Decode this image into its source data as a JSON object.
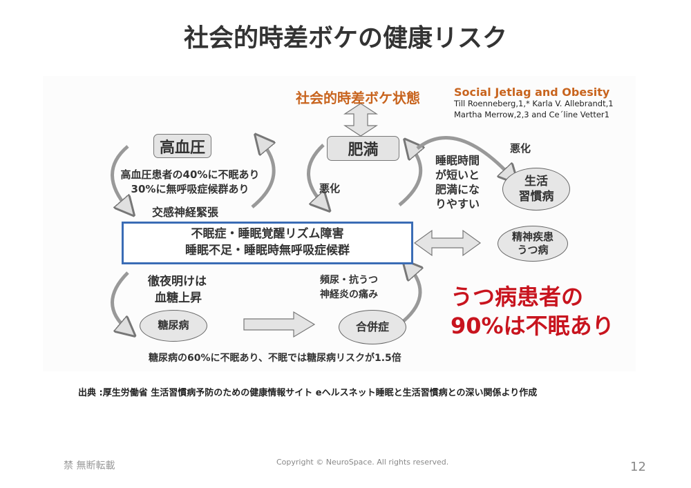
{
  "title": "社会的時差ボケの健康リスク",
  "diagram": {
    "top_label": "社会的時差ボケ状態",
    "reference": {
      "title": "Social Jetlag and Obesity",
      "authors_line1": "Till Roenneberg,1,* Karla V. Allebrandt,1",
      "authors_line2": "Martha Merrow,2,3 and Ce´line Vetter1"
    },
    "obesity": "肥満",
    "hypertension": "高血圧",
    "hypertension_note1": "高血圧患者の40%に不眠あり",
    "hypertension_note2": "30%に無呼吸症候群あり",
    "sympathetic": "交感神経緊張",
    "worsen_left": "悪化",
    "worsen_right": "悪化",
    "sleep_note": [
      "睡眠時間",
      "が短いと",
      "肥満にな",
      "りやすい"
    ],
    "lifestyle_disease": [
      "生活",
      "習慣病"
    ],
    "central_box": [
      "不眠症・睡眠覚醒リズム障害",
      "睡眠不足・睡眠時無呼吸症候群"
    ],
    "mental": [
      "精神疾患",
      "うつ病"
    ],
    "allnighter": [
      "徹夜明けは",
      "血糖上昇"
    ],
    "complication_note": [
      "頻尿・抗うつ",
      "神経炎の痛み"
    ],
    "diabetes": "糖尿病",
    "complications": "合併症",
    "depression_highlight": [
      "うつ病患者の",
      "90%は不眠あり"
    ],
    "diabetes_note": "糖尿病の60%に不眠あり、不眠では糖尿病リスクが1.5倍"
  },
  "source": "出典 :厚生労働省 生活習慣病予防のための健康情報サイト eヘルスネット睡眠と生活習慣病との深い関係より作成",
  "footer": {
    "left": "禁 無断転載",
    "copyright": "Copyright © NeuroSpace. All rights reserved.",
    "page": "12"
  }
}
